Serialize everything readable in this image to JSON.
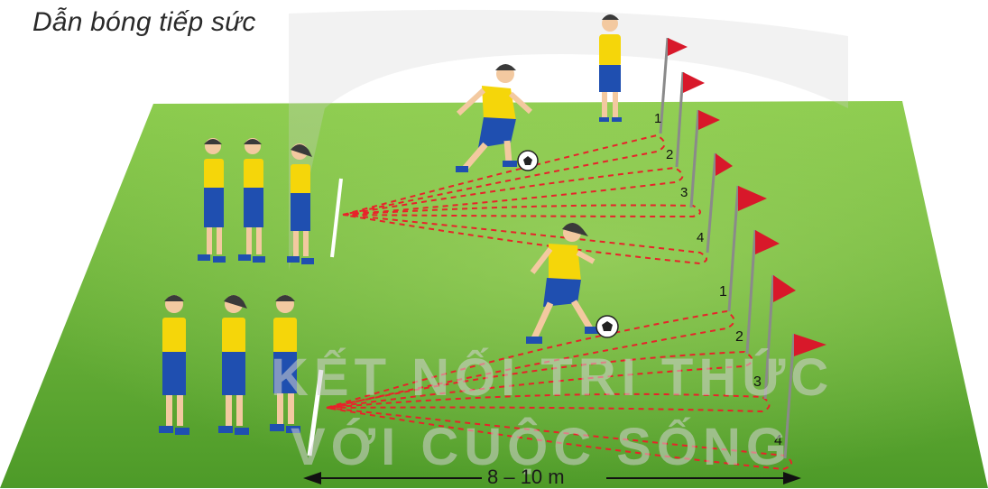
{
  "title": "Dẫn bóng tiếp sức",
  "distance_label": "8 – 10 m",
  "watermark": {
    "line1": "KẾT NỐI TRI THỨC",
    "line2": "VỚI CUỘC SỐNG"
  },
  "cone_numbers_top": [
    "1",
    "2",
    "3",
    "4"
  ],
  "cone_numbers_bottom": [
    "1",
    "2",
    "3",
    "4"
  ],
  "colors": {
    "field": "#6fb83a",
    "field_dark": "#4f9a2a",
    "shirt": "#f5d60a",
    "shorts": "#1f4fb0",
    "flag": "#d8182a",
    "path": "#e8232a"
  },
  "icons": [
    "flag-icon",
    "soccer-ball-icon",
    "arrow-left-icon",
    "arrow-right-icon"
  ]
}
